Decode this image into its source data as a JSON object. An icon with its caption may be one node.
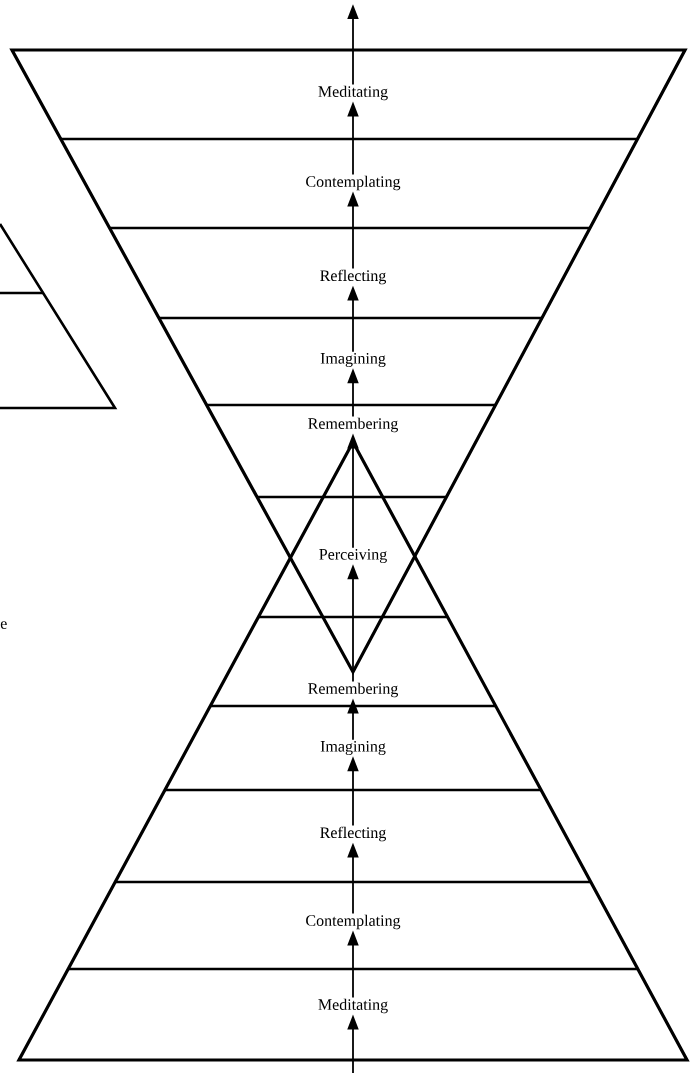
{
  "diagram": {
    "nodes": [
      {
        "text": [
          "Meditating"
        ]
      },
      {
        "text": [
          "Contemplating"
        ]
      },
      {
        "text": [
          "Reflecting"
        ]
      },
      {
        "text": [
          "Imagining"
        ]
      },
      {
        "text": [
          "Remembering"
        ]
      },
      {
        "text": [
          "Perceiving"
        ]
      },
      {
        "text": [
          "Remembering"
        ]
      },
      {
        "text": [
          "Imagining"
        ]
      },
      {
        "text": [
          "Reflecting"
        ]
      },
      {
        "text": [
          "Contemplating"
        ]
      },
      {
        "text": [
          "Meditating"
        ]
      }
    ],
    "edges": [
      {
        "from": null,
        "to": 10,
        "arrow": "to"
      },
      {
        "from": 10,
        "to": 9,
        "arrow": "to"
      },
      {
        "from": 9,
        "to": 8,
        "arrow": "to"
      },
      {
        "from": 8,
        "to": 7,
        "arrow": "to"
      },
      {
        "from": 7,
        "to": 6,
        "arrow": "to"
      },
      {
        "from": 6,
        "to": 5,
        "arrow": "to"
      },
      {
        "from": 5,
        "to": 4,
        "arrow": "to"
      },
      {
        "from": 4,
        "to": 3,
        "arrow": "to"
      },
      {
        "from": 3,
        "to": 2,
        "arrow": "to"
      },
      {
        "from": 2,
        "to": 1,
        "arrow": "to"
      },
      {
        "from": 1,
        "to": 0,
        "arrow": "to"
      },
      {
        "from": 0,
        "to": null,
        "arrow": "to"
      }
    ],
    "labels": [
      "e"
    ]
  }
}
